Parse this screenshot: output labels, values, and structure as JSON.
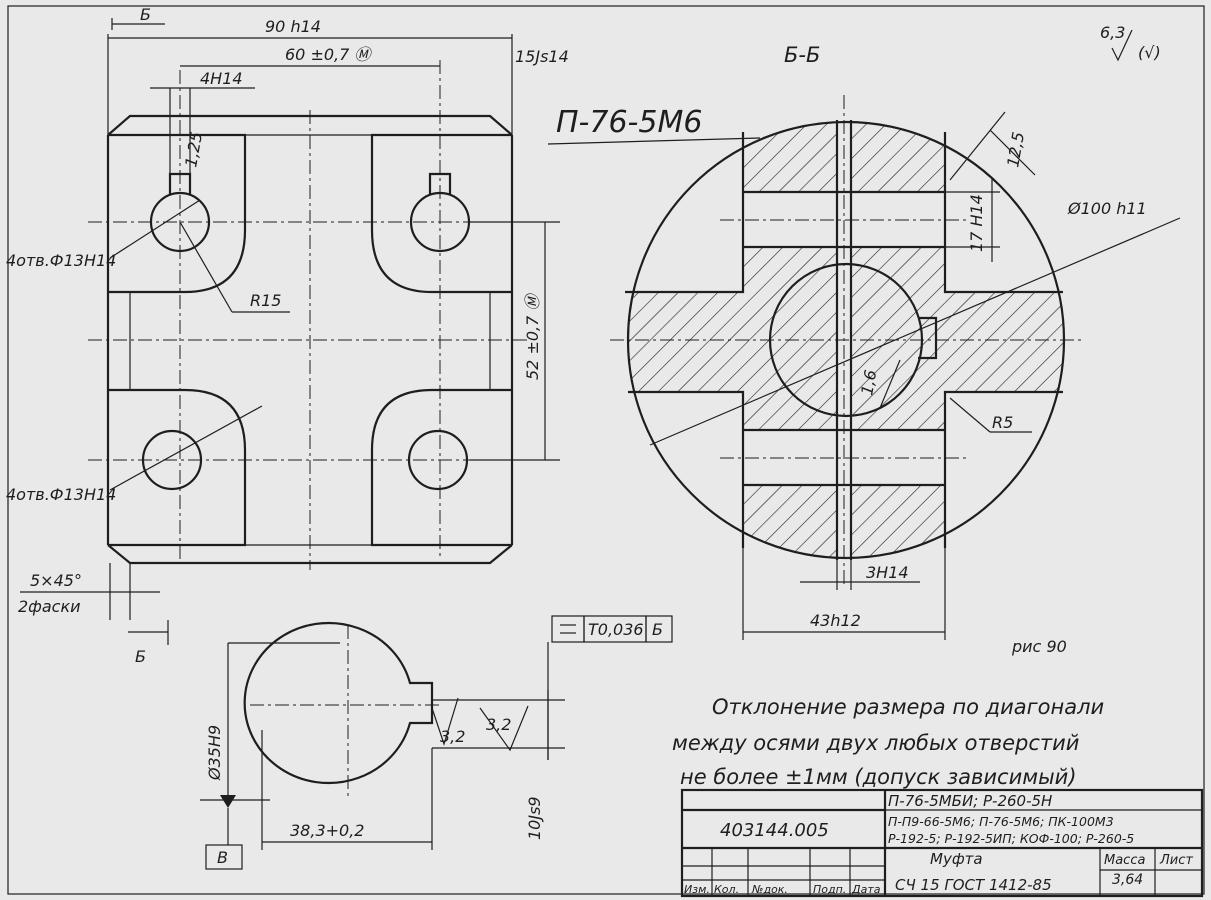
{
  "front_view": {
    "dim_overall_width": "90 h14",
    "dim_hole_spacing_h": "60 ±0,7 Ⓜ",
    "dim_slot_width": "4H14",
    "dim_keyway_depth": "1,25",
    "dim_hole_spacing_v": "52 ±0,7 Ⓜ",
    "dim_offset": "15Js14",
    "callout_holes_top": "4отв.Ф13Н14",
    "callout_holes_bottom": "4отв.Ф13Н14",
    "dim_radius": "R15",
    "chamfer_1": "5×45°",
    "chamfer_2": "2фаски",
    "section_mark_top": "Б",
    "section_mark_bottom": "Б"
  },
  "section_view": {
    "title": "Б-Б",
    "dim_diameter": "Ø100 h11",
    "dim_bore_slot": "17 Н14",
    "dim_angle_radius": "12,5",
    "dim_key_depth": "1,6",
    "dim_corner_radius": "R5",
    "dim_slit_width": "3Н14",
    "dim_width": "43h12"
  },
  "bore_view": {
    "flatness_callout": "T0,036",
    "flatness_datum": "Б",
    "datum_mark": "В",
    "dim_bore_diameter": "Ø35Н9",
    "dim_bore_depth": "38,3+0,2",
    "dim_key_width": "10Js9",
    "roughness_1": "3,2",
    "roughness_2": "3,2"
  },
  "roughness_general": "6,3",
  "roughness_bracket": "(√)",
  "stamp": "П-76-5М6",
  "figure_label": "рис 90",
  "notes": [
    "Отклонение размера по диагонали",
    "между осями двух любых отверстий",
    "не более ±1мм (допуск зависимый)"
  ],
  "title_block": {
    "designation": "403144.005",
    "applicability_1": "П-76-5МБИ; Р-260-5Н",
    "applicability_2": "П-П9-66-5М6; П-76-5М6; ПК-100М3",
    "applicability_3": "Р-192-5; Р-192-5ИП; КОФ-100; Р-260-5",
    "part_name": "Муфта",
    "material": "СЧ 15 ГОСТ 1412-85",
    "mass_label": "Масса",
    "mass_value": "3,64",
    "sheet_label": "Лист",
    "col_change": "Изм.",
    "col_qty": "Кол.",
    "col_doc": "№док.",
    "col_sign": "Подп.",
    "col_date": "Дата"
  }
}
